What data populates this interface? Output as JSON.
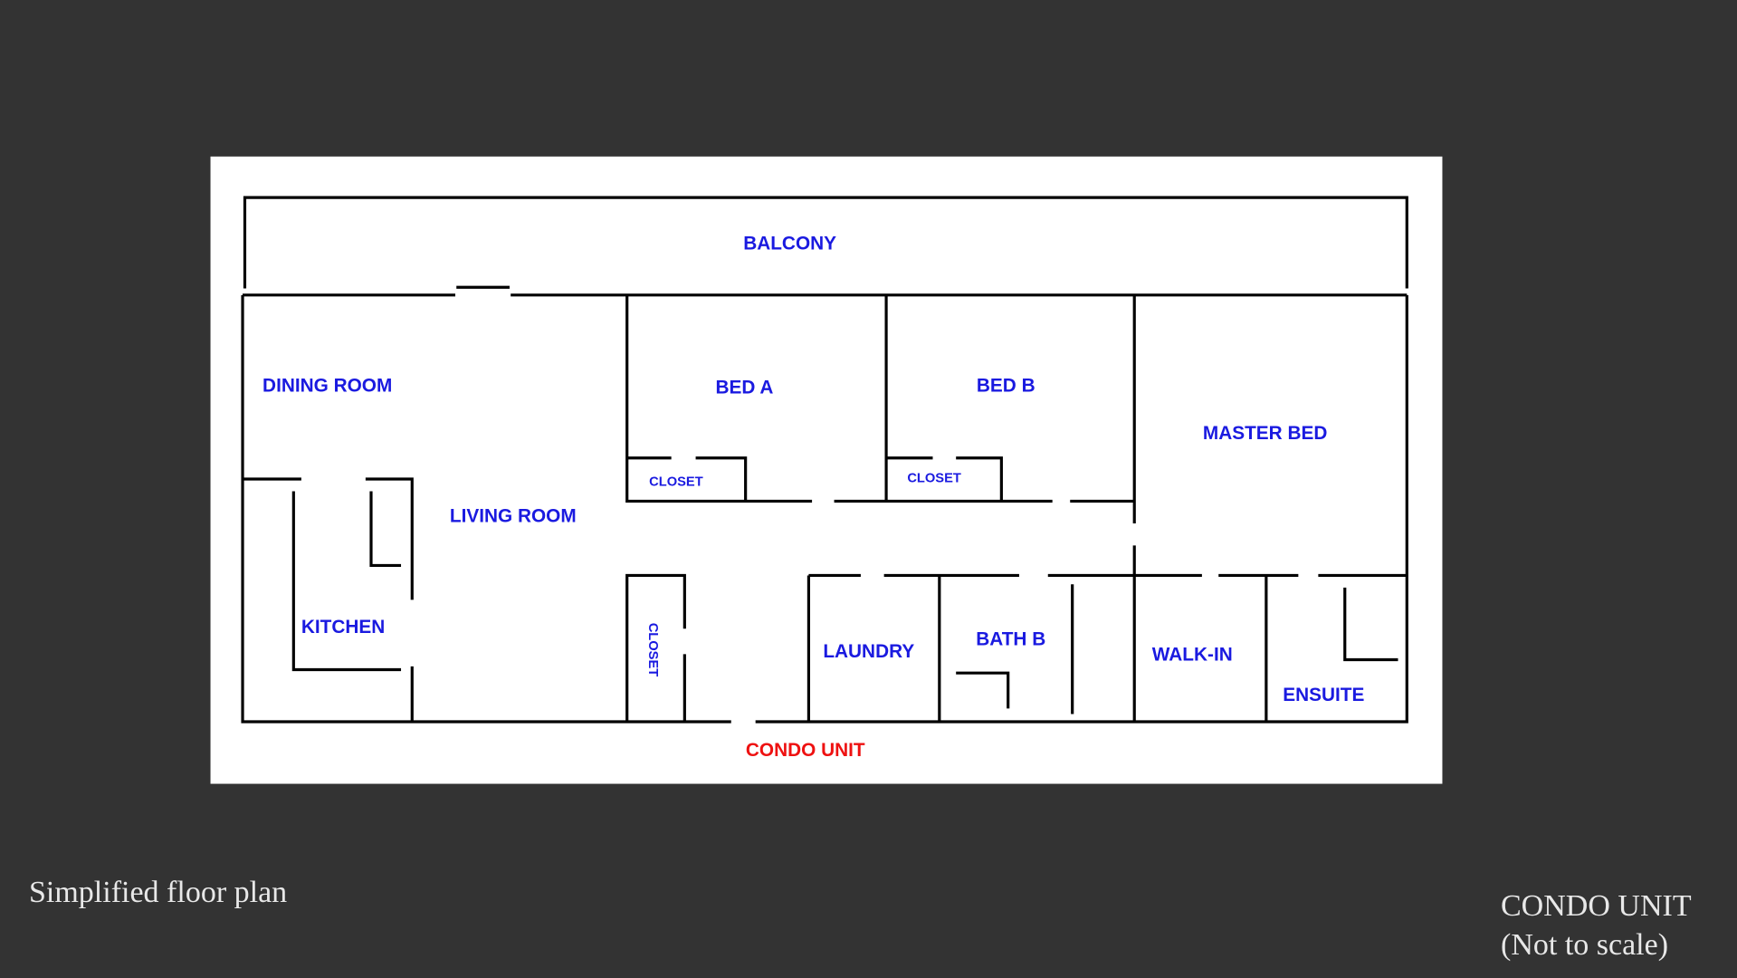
{
  "plan": {
    "rooms": {
      "balcony": "BALCONY",
      "dining": "DINING ROOM",
      "living": "LIVING ROOM",
      "kitchen": "KITCHEN",
      "bed_a": "BED A",
      "bed_b": "BED B",
      "closet_a": "CLOSET",
      "closet_b": "CLOSET",
      "closet_hall": "CLOSET",
      "master": "MASTER BED",
      "laundry": "LAUNDRY",
      "bath_b": "BATH B",
      "walk_in": "WALK-IN",
      "ensuite": "ENSUITE"
    },
    "unit_label": "CONDO UNIT",
    "colors": {
      "room_text": "#1a1ae0",
      "unit_text": "#ee1111",
      "background": "#333333"
    }
  },
  "captions": {
    "left": "Simplified floor plan",
    "right_line1": "CONDO UNIT",
    "right_line2": "(Not to scale)"
  }
}
